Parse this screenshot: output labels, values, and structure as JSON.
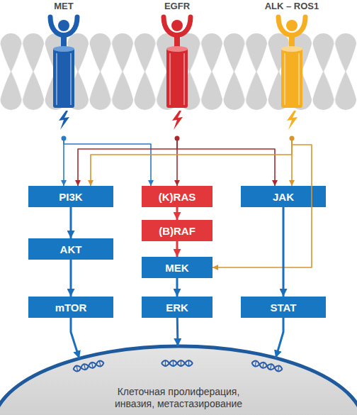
{
  "diagram": {
    "nodes": [
      {
        "text": [
          "MET"
        ]
      },
      {
        "text": [
          "EGFR"
        ]
      },
      {
        "text": [
          "ALK – ROS1"
        ]
      },
      {
        "text": [
          "PI3K"
        ]
      },
      {
        "text": [
          "(K)RAS"
        ]
      },
      {
        "text": [
          "JAK"
        ]
      },
      {
        "text": [
          "(B)RAF"
        ]
      },
      {
        "text": [
          "AKT"
        ]
      },
      {
        "text": [
          "MEK"
        ]
      },
      {
        "text": [
          "mTOR"
        ]
      },
      {
        "text": [
          "ERK"
        ]
      },
      {
        "text": [
          "STAT"
        ]
      },
      {
        "text": [
          "Клеточная пролиферация, инвазия, метастазирование"
        ]
      }
    ],
    "edges": [
      {
        "from": 0,
        "to": 3,
        "arrow": "to"
      },
      {
        "from": 0,
        "to": 4,
        "arrow": "to"
      },
      {
        "from": 1,
        "to": 3,
        "arrow": "to"
      },
      {
        "from": 1,
        "to": 4,
        "arrow": "to"
      },
      {
        "from": 1,
        "to": 5,
        "arrow": "to"
      },
      {
        "from": 2,
        "to": 3,
        "arrow": "to"
      },
      {
        "from": 2,
        "to": 8,
        "arrow": "to"
      },
      {
        "from": 2,
        "to": 5,
        "arrow": "to"
      },
      {
        "from": 3,
        "to": 7,
        "arrow": "to"
      },
      {
        "from": 7,
        "to": 9,
        "arrow": "to"
      },
      {
        "from": 4,
        "to": 6,
        "arrow": "to"
      },
      {
        "from": 6,
        "to": 8,
        "arrow": "to"
      },
      {
        "from": 8,
        "to": 10,
        "arrow": "to"
      },
      {
        "from": 5,
        "to": 11,
        "arrow": "to"
      },
      {
        "from": 9,
        "to": 12,
        "arrow": "to"
      },
      {
        "from": 10,
        "to": 12,
        "arrow": "to"
      },
      {
        "from": 11,
        "to": 12,
        "arrow": "to"
      }
    ]
  }
}
